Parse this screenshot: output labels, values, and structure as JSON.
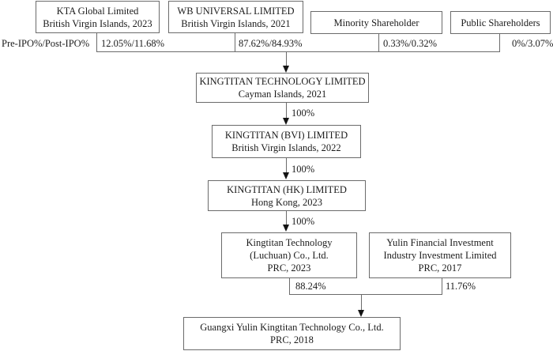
{
  "colors": {
    "background": "#ffffff",
    "box_border": "#6b6b6b",
    "text": "#1c1c1c",
    "arrow": "#141414"
  },
  "diagram": {
    "pre_post_label": "Pre-IPO%/Post-IPO%",
    "top_row": {
      "kta": {
        "line1": "KTA Global Limited",
        "line2": "British Virgin Islands, 2023",
        "pct": "12.05%/11.68%"
      },
      "wb": {
        "line1": "WB UNIVERSAL LIMITED",
        "line2": "British Virgin Islands, 2021",
        "pct": "87.62%/84.93%"
      },
      "minority": {
        "line1": "Minority Shareholder",
        "pct": "0.33%/0.32%"
      },
      "public": {
        "line1": "Public Shareholders",
        "pct": "0%/3.07%"
      }
    },
    "chain": {
      "cayman": {
        "line1": "KINGTITAN TECHNOLOGY LIMITED",
        "line2": "Cayman Islands, 2021"
      },
      "bvi": {
        "ownership": "100%",
        "line1": "KINGTITAN (BVI) LIMITED",
        "line2": "British Virgin Islands, 2022"
      },
      "hk": {
        "ownership": "100%",
        "line1": "KINGTITAN (HK) LIMITED",
        "line2": "Hong Kong, 2023"
      },
      "luchuan": {
        "ownership": "100%",
        "line1": "Kingtitan Technology",
        "line2": "(Luchuan) Co., Ltd.",
        "line3": "PRC, 2023",
        "stake_in_opco": "88.24%"
      },
      "yulin": {
        "line1": "Yulin Financial Investment",
        "line2": "Industry Investment Limited",
        "line3": "PRC, 2017",
        "stake_in_opco": "11.76%"
      },
      "guangxi": {
        "line1": "Guangxi Yulin Kingtitan Technology Co., Ltd.",
        "line2": "PRC, 2018"
      }
    }
  }
}
